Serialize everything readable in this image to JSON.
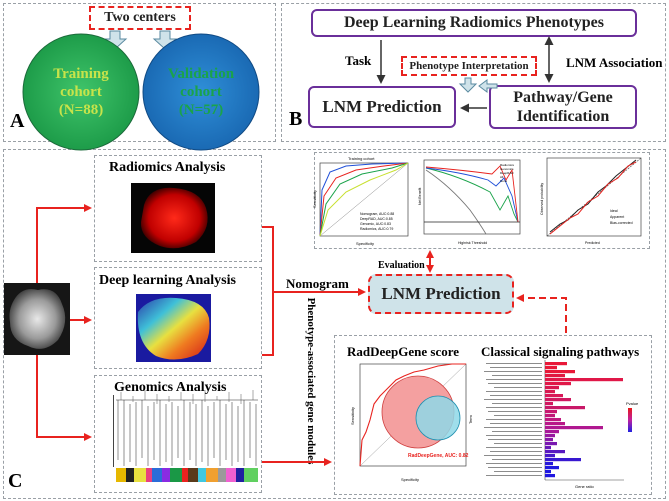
{
  "panel_a": {
    "letter": "A",
    "centers_label": "Two centers",
    "training": {
      "line1": "Training",
      "line2": "cohort",
      "line3": "(N=88)"
    },
    "validation": {
      "line1": "Validation",
      "line2": "cohort",
      "line3": "(N=57)"
    }
  },
  "panel_b": {
    "letter": "B",
    "phenotypes": "Deep Learning Radiomics Phenotypes",
    "task": "Task",
    "interpretation": "Phenotype Interpretation",
    "lnm_association": "LNM Association",
    "lnm_prediction": "LNM Prediction",
    "pathway_line1": "Pathway/Gene",
    "pathway_line2": "Identification"
  },
  "panel_c": {
    "letter": "C",
    "radiomics": "Radiomics Analysis",
    "deep_learning": "Deep learning Analysis",
    "genomics": "Genomics Analysis",
    "nomogram": "Nomogram",
    "evaluation": "Evaluation",
    "lnm_prediction": "LNM Prediction",
    "vertical_label": "Phenotype-associated gene modules",
    "raddeepgene_title": "RadDeepGene score",
    "raddeepgene_auc": "RadDeepGene, AUC: 0.82",
    "classical_title": "Classical signaling pathways",
    "roc_title": "Training cohort",
    "roc_legend": [
      "Nomogram, AUC:0.88",
      "DeepRAD, AUC:0.85",
      "Genomic, AUC:0.83",
      "Radiomics, AUC:0.79"
    ],
    "roc_xlabel": "Specificity",
    "roc_ylabel": "Sensitivity",
    "dca_xlabel": "Highrisk Threshold",
    "dca_ylabel": "Net Benefit",
    "dca_legend": [
      "Radiomics",
      "Genomics",
      "DeepRAD",
      "All",
      "None"
    ],
    "cal_xlabel": "Predicted",
    "cal_ylabel": "Observed probability",
    "cal_legend": [
      "Ideal",
      "Apparent",
      "Bias-corrected"
    ],
    "rdg_xlabel": "Specificity",
    "rdg_ylabel": "Sensitivity",
    "bar_xlabel": "Gene ratio",
    "bar_ylabel": "Term",
    "bar_legend_title": "Pvalue",
    "colors": {
      "arrow": "#e8231f",
      "lnm_box": "#cfe3e9",
      "purple": "#6a2f9a",
      "green": "#1aa34a",
      "blue": "#1f78c8"
    }
  }
}
